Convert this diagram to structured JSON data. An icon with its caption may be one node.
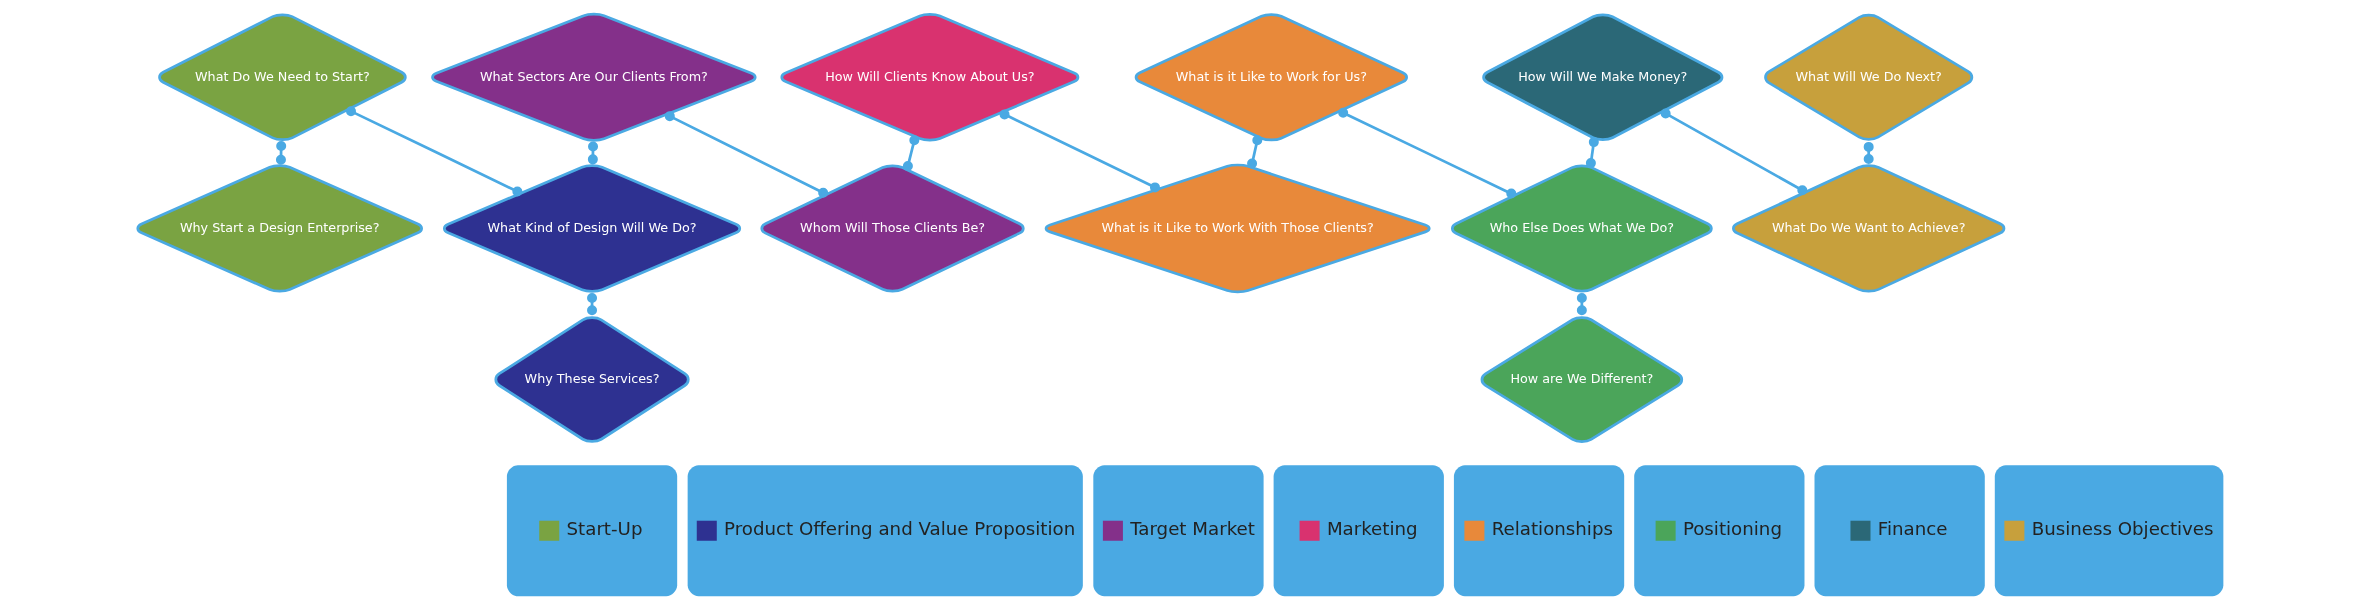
{
  "diagram": {
    "nodes": [
      {
        "text": [
          "Why Start a Design Enterprise?"
        ]
      },
      {
        "text": [
          "What Do We Need to Start?"
        ]
      },
      {
        "text": [
          "What Kind of Design Will We Do?"
        ]
      },
      {
        "text": [
          "Why These Services?"
        ]
      },
      {
        "text": [
          "What Sectors Are Our Clients From?"
        ]
      },
      {
        "text": [
          "Whom Will Those Clients Be?"
        ]
      },
      {
        "text": [
          "How Will Clients Know About Us?"
        ]
      },
      {
        "text": [
          "What is it Like to Work With Those Clients?"
        ]
      },
      {
        "text": [
          "What is it Like to Work for Us?"
        ]
      },
      {
        "text": [
          "How are We Different?"
        ]
      },
      {
        "text": [
          "Who Else Does What We Do?"
        ]
      },
      {
        "text": [
          "How Will We Make Money?"
        ]
      },
      {
        "text": [
          "What Do We Want to Achieve?"
        ]
      },
      {
        "text": [
          "What Will We Do Next?"
        ]
      }
    ],
    "edges": [
      {
        "from": 1,
        "to": 0,
        "arrow": "other"
      },
      {
        "from": 1,
        "to": 2,
        "arrow": "other"
      },
      {
        "from": 2,
        "to": 3,
        "arrow": "other"
      },
      {
        "from": 4,
        "to": 2,
        "arrow": "other"
      },
      {
        "from": 4,
        "to": 5,
        "arrow": "other"
      },
      {
        "from": 6,
        "to": 5,
        "arrow": "other"
      },
      {
        "from": 6,
        "to": 7,
        "arrow": "other"
      },
      {
        "from": 8,
        "to": 7,
        "arrow": "other"
      },
      {
        "from": 8,
        "to": 10,
        "arrow": "other"
      },
      {
        "from": 10,
        "to": 9,
        "arrow": "other"
      },
      {
        "from": 11,
        "to": 10,
        "arrow": "other"
      },
      {
        "from": 11,
        "to": 12,
        "arrow": "other"
      },
      {
        "from": 13,
        "to": 12,
        "arrow": "other"
      }
    ],
    "legend": [
      {
        "text": "Start-Up",
        "color": "#7aa342"
      },
      {
        "text": "Product Offering and Value Proposition",
        "color": "#2e3191"
      },
      {
        "text": "Target Market",
        "color": "#84308a"
      },
      {
        "text": "Marketing",
        "color": "#d9326f"
      },
      {
        "text": "Relationships",
        "color": "#e8893a"
      },
      {
        "text": "Positioning",
        "color": "#4ba55a"
      },
      {
        "text": "Finance",
        "color": "#2b6877"
      },
      {
        "text": "Business Objectives",
        "color": "#c7a03c"
      }
    ]
  }
}
